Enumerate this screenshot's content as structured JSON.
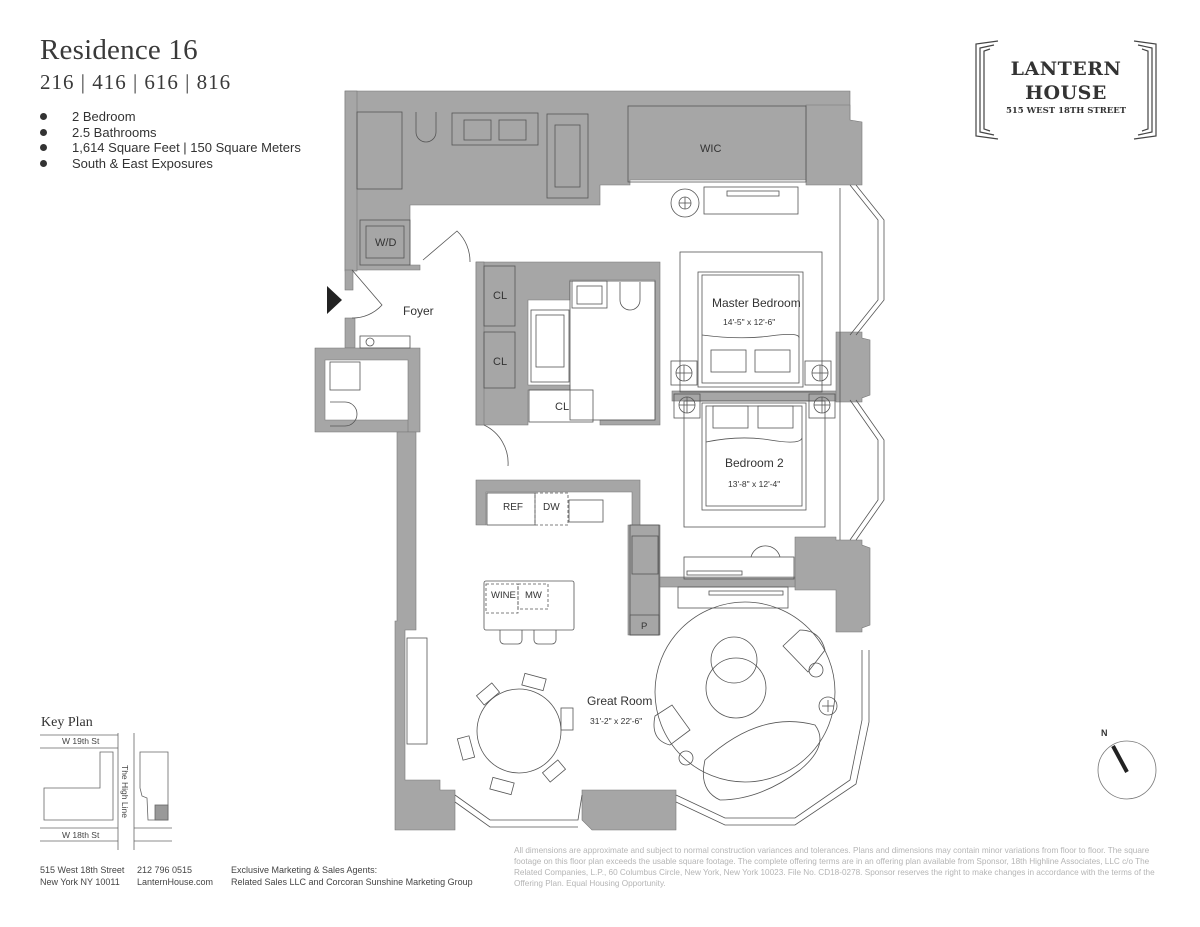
{
  "header": {
    "title": "Residence 16",
    "units": "216 | 416 | 616 | 816",
    "features": [
      "2 Bedroom",
      "2.5 Bathrooms",
      "1,614 Square Feet | 150 Square Meters",
      "South & East Exposures"
    ]
  },
  "logo": {
    "line1": "LANTERN",
    "line2": "HOUSE",
    "line3": "515 WEST 18TH STREET"
  },
  "floor_plan": {
    "wall_color": "#a6a6a6",
    "line_color": "#555555",
    "rooms": [
      {
        "name": "Great Room",
        "dimensions": "31'-2\" x 22'-6\""
      },
      {
        "name": "Master Bedroom",
        "dimensions": "14'-5\" x 12'-6\""
      },
      {
        "name": "Bedroom 2",
        "dimensions": "13'-8\" x 12'-4\""
      },
      {
        "name": "Foyer",
        "dimensions": ""
      }
    ],
    "labels": {
      "wic": "WIC",
      "wd": "W/D",
      "cl1": "CL",
      "cl2": "CL",
      "cl3": "CL",
      "ref": "REF",
      "dw": "DW",
      "wine": "WINE",
      "mw": "MW",
      "pantry": "P"
    }
  },
  "key_plan": {
    "title": "Key Plan",
    "street_north": "W 19th St",
    "street_south": "W 18th St",
    "high_line": "The High Line"
  },
  "compass": {
    "label": "N",
    "angle_deg": -28
  },
  "footer": {
    "address_line1": "515 West 18th Street",
    "address_line2": "New York NY 10011",
    "phone": "212 796 0515",
    "website": "LanternHouse.com",
    "agents_label": "Exclusive Marketing & Sales Agents:",
    "agents": "Related Sales LLC and Corcoran Sunshine Marketing Group",
    "disclaimer": "All dimensions are approximate and subject to normal construction variances and tolerances. Plans and dimensions may contain minor variations from floor to floor. The square footage on this floor plan exceeds the usable square footage. The complete offering terms are in an offering plan available from Sponsor, 18th Highline Associates, LLC c/o The Related Companies, L.P., 60 Columbus Circle, New York, New York 10023. File No. CD18-0278. Sponsor reserves the right to make changes in accordance with the terms of the Offering Plan. Equal Housing Opportunity."
  }
}
